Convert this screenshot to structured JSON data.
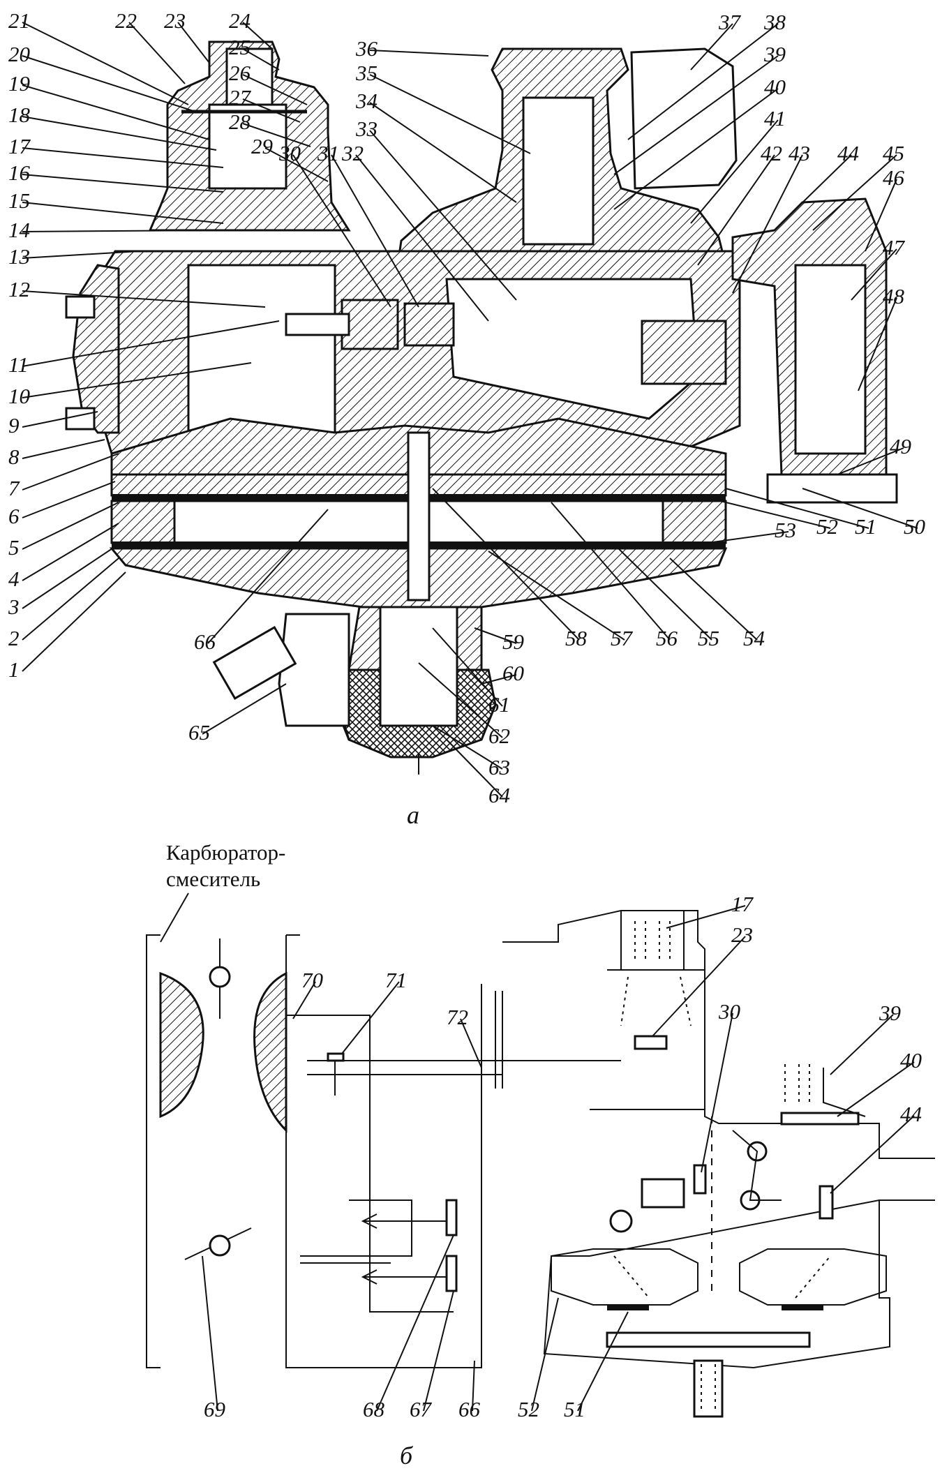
{
  "figure_a": {
    "caption": "а",
    "labels_left": [
      "21",
      "20",
      "19",
      "18",
      "17",
      "16",
      "15",
      "14",
      "13",
      "12",
      "11",
      "10",
      "9",
      "8",
      "7",
      "6",
      "5",
      "4",
      "3",
      "2",
      "1"
    ],
    "labels_top": [
      "22",
      "23",
      "24",
      "25",
      "26",
      "27",
      "28",
      "29",
      "30",
      "31",
      "32",
      "33",
      "34",
      "35",
      "36",
      "37",
      "38",
      "39",
      "40",
      "41",
      "42",
      "43",
      "44",
      "45",
      "46",
      "47",
      "48",
      "49",
      "50",
      "51",
      "52",
      "53"
    ],
    "labels_bottom": [
      "66",
      "65",
      "64",
      "63",
      "62",
      "61",
      "60",
      "59",
      "58",
      "57",
      "56",
      "55",
      "54"
    ]
  },
  "figure_b": {
    "caption": "б",
    "title": "Карбюратор-\nсмеситель",
    "title_line1": "Карбюратор-",
    "title_line2": "смеситель",
    "labels": [
      "70",
      "71",
      "72",
      "17",
      "23",
      "30",
      "39",
      "40",
      "44",
      "69",
      "68",
      "67",
      "66",
      "52",
      "51"
    ]
  }
}
